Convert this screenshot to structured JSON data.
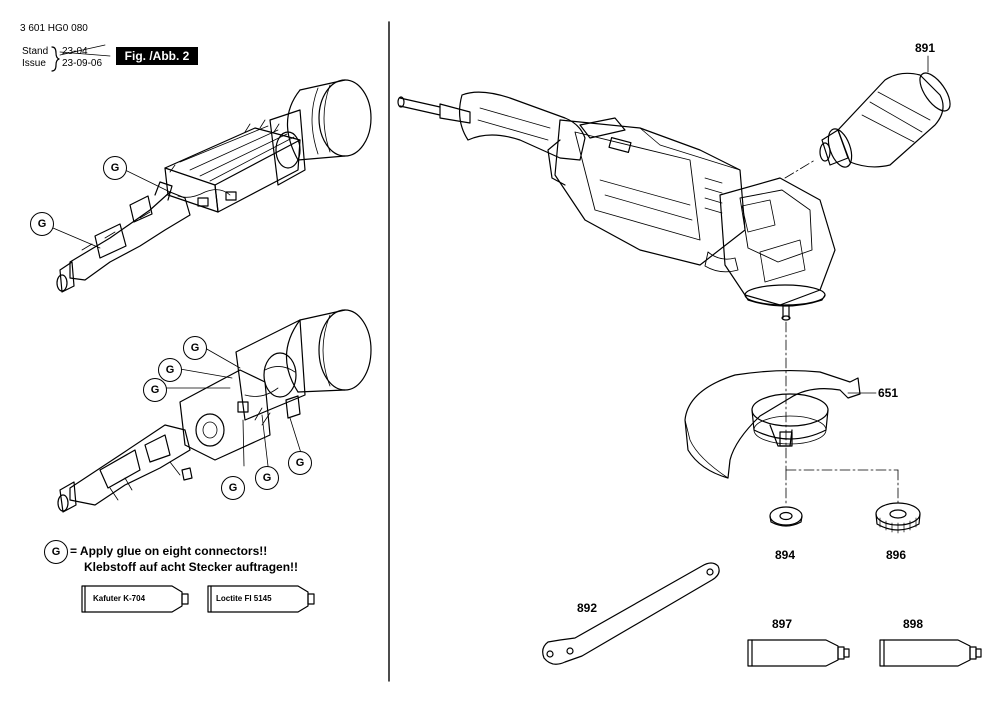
{
  "header": {
    "doc_number": "3 601 HG0 080",
    "stand_label": "Stand",
    "issue_label": "Issue",
    "stand_date": "23-04",
    "issue_date": "23-09-06",
    "figure_label": "Fig. /Abb. 2"
  },
  "glue_marker": "G",
  "glue_note": {
    "marker": "G",
    "line1": "= Apply glue on eight connectors!!",
    "line2": "Klebstoff auf acht Stecker auftragen!!"
  },
  "adhesives": [
    {
      "label": "Kafuter K-704"
    },
    {
      "label": "Loctite FI 5145"
    }
  ],
  "parts": {
    "p891": "891",
    "p651": "651",
    "p894": "894",
    "p896": "896",
    "p892": "892",
    "p897": "897",
    "p898": "898"
  }
}
